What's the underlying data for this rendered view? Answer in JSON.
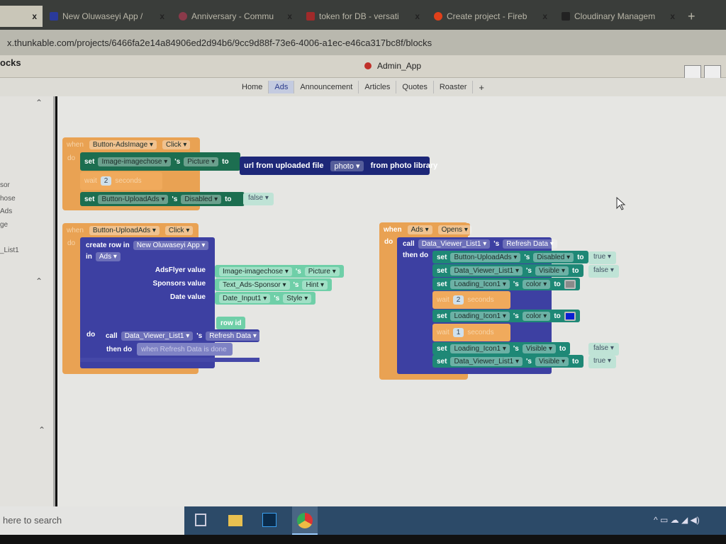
{
  "browser": {
    "tabs": [
      {
        "title": "New Oluwaseyi App /"
      },
      {
        "title": "Anniversary - Commu"
      },
      {
        "title": "token for DB - versati"
      },
      {
        "title": "Create project - Fireb"
      },
      {
        "title": "Cloudinary Managem"
      }
    ],
    "close_glyph": "x",
    "new_tab": "+",
    "url": "x.thunkable.com/projects/6466fa2e14a84906ed2d94b6/9cc9d88f-73e6-4006-a1ec-e46ca317bc8f/blocks"
  },
  "app": {
    "section": "ocks",
    "title": "Admin_App",
    "screens": [
      "Home",
      "Ads",
      "Announcement",
      "Articles",
      "Quotes",
      "Roaster"
    ],
    "active_screen": "Ads",
    "add_screen": "+"
  },
  "sidebar": {
    "items": [
      "sor",
      "hose",
      "Ads",
      "ge",
      "_List1"
    ]
  },
  "kw": {
    "when": "when",
    "do": "do",
    "set": "set",
    "s": "'s",
    "to": "to",
    "wait": "wait",
    "seconds": "seconds",
    "call": "call",
    "then_do": "then do",
    "create_row_in": "create row in",
    "in": "in",
    "url_from": "url from uploaded file",
    "from_library": "from photo library",
    "row_id": "row id",
    "refresh_done": "when Refresh Data is done"
  },
  "event1": {
    "component": "Button-AdsImage ▾",
    "event": "Click ▾",
    "set1": {
      "comp": "Image-imagechose ▾",
      "prop": "Picture ▾"
    },
    "photo": "photo ▾",
    "wait": "2",
    "set2": {
      "comp": "Button-UploadAds ▾",
      "prop": "Disabled ▾",
      "value": "false ▾"
    }
  },
  "event2": {
    "component": "Button-UploadAds ▾",
    "event": "Click ▾",
    "db": "New Oluwaseyi App ▾",
    "table": "Ads ▾",
    "fields": [
      {
        "label": "AdsFlyer value",
        "comp": "Image-imagechose ▾",
        "prop": "Picture ▾"
      },
      {
        "label": "Sponsors value",
        "comp": "Text_Ads-Sponsor ▾",
        "prop": "Hint ▾"
      },
      {
        "label": "Date value",
        "comp": "Date_Input1 ▾",
        "prop": "Style ▾"
      }
    ],
    "call": {
      "comp": "Data_Viewer_List1 ▾",
      "method": "Refresh Data ▾"
    }
  },
  "event3": {
    "component": "Ads ▾",
    "event": "Opens ▾",
    "call": {
      "comp": "Data_Viewer_List1 ▾",
      "method": "Refresh Data ▾"
    },
    "sets": [
      {
        "comp": "Button-UploadAds ▾",
        "prop": "Disabled ▾",
        "value": "true ▾"
      },
      {
        "comp": "Data_Viewer_List1 ▾",
        "prop": "Visible ▾",
        "value": "false ▾"
      },
      {
        "comp": "Loading_Icon1 ▾",
        "prop": "color ▾",
        "color": "#8a8a8a"
      },
      {
        "comp": "Loading_Icon1 ▾",
        "prop": "color ▾",
        "color": "#0a1fd0"
      },
      {
        "comp": "Loading_Icon1 ▾",
        "prop": "Visible ▾",
        "value": "false ▾"
      },
      {
        "comp": "Data_Viewer_List1 ▾",
        "prop": "Visible ▾",
        "value": "true ▾"
      }
    ],
    "waits": [
      "2",
      "1"
    ]
  },
  "taskbar": {
    "search_placeholder": "here to search"
  }
}
